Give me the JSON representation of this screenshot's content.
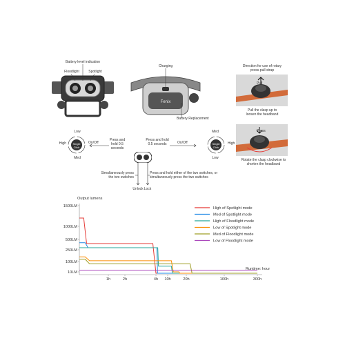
{
  "diagram": {
    "front_view": {
      "battery_level": "Battery level indication",
      "floodlight": "Floodlight",
      "spotlight": "Spotlight"
    },
    "back_view": {
      "charging": "Charging",
      "battery_replacement": "Battery Replacement",
      "brand": "Fenix"
    },
    "strap": {
      "direction_note": "Direction for use of rotary press-pull strap",
      "pull": "Pull",
      "pull_note": "Pull the clasp up to loosen the headband",
      "press": "Press",
      "press_note": "Rotate the clasp clockwise to shorten the headband"
    },
    "control": {
      "left_switch": {
        "top": "Low",
        "left": "High",
        "bottom": "Med",
        "center_top": "Single",
        "center_bottom": "Click"
      },
      "right_switch": {
        "top": "Med",
        "right": "High",
        "bottom": "Low",
        "center_top": "Single",
        "center_bottom": "Click"
      },
      "onoff_left": "On/Off",
      "onoff_right": "On/Off",
      "press_hold_left": "Press and hold 0.5 seconds",
      "press_hold_right": "Press and hold 0.5 seconds",
      "simultaneous_note": "Simultaneously press the two switches",
      "press_either_note": "Press and hold either of the two switches, or simultaneously press the two switches",
      "unlock": "Unlock",
      "lock": "Lock"
    }
  },
  "chart_data": {
    "type": "line",
    "ylabel": "Output lumens",
    "xlabel": "Runtime: hour",
    "y_ticks": [
      "1500LM",
      "1000LM",
      "500LM",
      "250LM",
      "100LM",
      "10LM"
    ],
    "x_ticks": [
      "1h",
      "2h",
      "4h",
      "10h",
      "20h",
      "100h",
      "300h"
    ],
    "series": [
      {
        "name": "High of Spotlight mode",
        "color": "#e53935",
        "points": [
          [
            0,
            1200
          ],
          [
            0.15,
            1200
          ],
          [
            0.25,
            400
          ],
          [
            3.8,
            400
          ],
          [
            4.0,
            5
          ],
          [
            300,
            5
          ]
        ]
      },
      {
        "name": "Med of Spotlight mode",
        "color": "#1e88e5",
        "points": [
          [
            0,
            420
          ],
          [
            0.2,
            420
          ],
          [
            0.3,
            300
          ],
          [
            4.5,
            300
          ],
          [
            4.8,
            5
          ],
          [
            300,
            5
          ]
        ]
      },
      {
        "name": "High of Floodlight mode",
        "color": "#26a69a",
        "points": [
          [
            0,
            300
          ],
          [
            4.9,
            300
          ],
          [
            5.3,
            60
          ],
          [
            12,
            60
          ],
          [
            12.5,
            5
          ],
          [
            300,
            5
          ]
        ]
      },
      {
        "name": "Low of Spotlight mode",
        "color": "#fb8c00",
        "points": [
          [
            0,
            160
          ],
          [
            0.2,
            160
          ],
          [
            0.35,
            110
          ],
          [
            12,
            110
          ],
          [
            13,
            10
          ],
          [
            16,
            10
          ],
          [
            16.5,
            5
          ],
          [
            300,
            5
          ]
        ]
      },
      {
        "name": "Med of Floodlight mode",
        "color": "#9e9d24",
        "points": [
          [
            0,
            130
          ],
          [
            0.2,
            130
          ],
          [
            0.35,
            80
          ],
          [
            28,
            80
          ],
          [
            32,
            5
          ],
          [
            300,
            5
          ]
        ]
      },
      {
        "name": "Low of Floodlight mode",
        "color": "#ab47bc",
        "points": [
          [
            0,
            25
          ],
          [
            300,
            25
          ]
        ]
      }
    ]
  }
}
